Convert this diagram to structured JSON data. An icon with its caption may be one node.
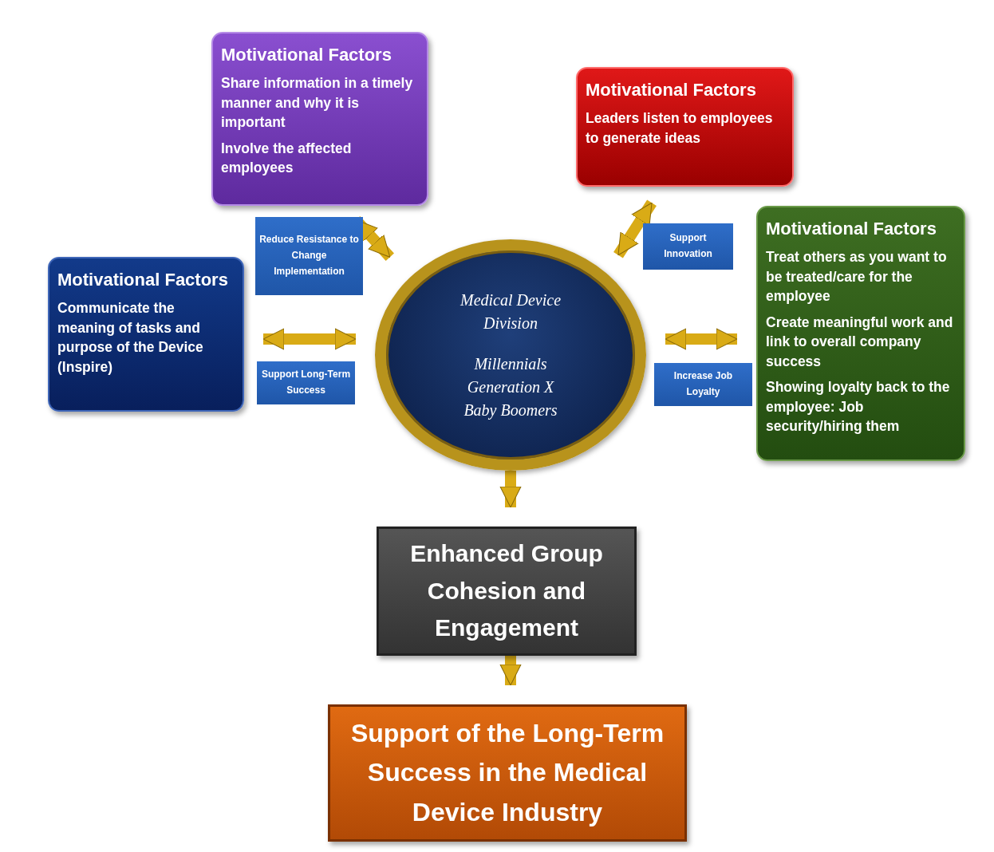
{
  "diagram": {
    "nodes": [
      {
        "text": [
          "Motivational Factors",
          "Share information in a timely manner and why it is important",
          "Involve the affected employees"
        ]
      },
      {
        "text": [
          "Motivational Factors",
          "Leaders listen to employees to generate ideas"
        ]
      },
      {
        "text": [
          "Motivational Factors",
          "Communicate the meaning of tasks and purpose of the Device (Inspire)"
        ]
      },
      {
        "text": [
          "Medical Device Division",
          "Millennials",
          "Generation X",
          "Baby Boomers"
        ]
      },
      {
        "text": [
          "Motivational Factors",
          "Treat others as you want to be treated/care for the employee",
          "Create meaningful work and link to overall company success",
          "Showing loyalty back to the employee: Job security/hiring them"
        ]
      },
      {
        "text": [
          "Enhanced Group Cohesion and Engagement"
        ]
      },
      {
        "text": [
          "Support of the Long-Term Success in the Medical Device Industry"
        ]
      }
    ],
    "edges": [
      {
        "from": 3,
        "to": 0,
        "arrow": "both",
        "label": "Reduce Resistance to Change Implementation"
      },
      {
        "from": 3,
        "to": 1,
        "arrow": "both",
        "label": "Support Innovation"
      },
      {
        "from": 3,
        "to": 2,
        "arrow": "both",
        "label": "Support Long-Term Success"
      },
      {
        "from": 3,
        "to": 4,
        "arrow": "both",
        "label": "Increase Job Loyalty"
      },
      {
        "from": 3,
        "to": 5,
        "arrow": "to"
      },
      {
        "from": 5,
        "to": 6,
        "arrow": "to"
      }
    ]
  }
}
